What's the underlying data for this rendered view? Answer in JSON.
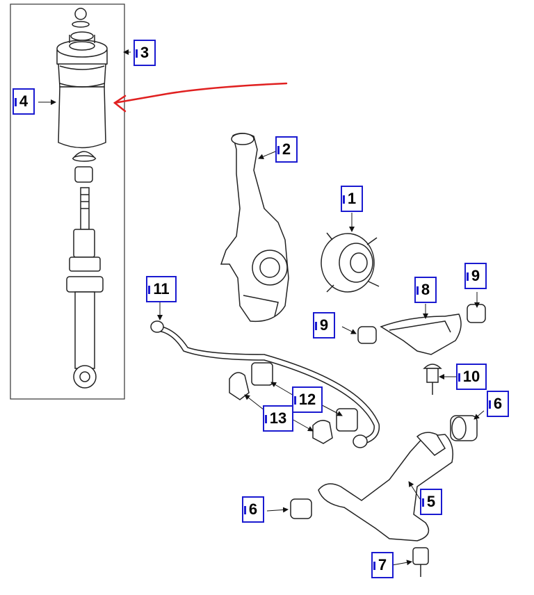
{
  "callouts": {
    "c1": "1",
    "c2": "2",
    "c3": "3",
    "c4": "4",
    "c5": "5",
    "c6a": "6",
    "c6b": "6",
    "c7": "7",
    "c8": "8",
    "c9a": "9",
    "c9b": "9",
    "c10": "10",
    "c11": "11",
    "c12": "12",
    "c13": "13"
  },
  "colors": {
    "callout_border": "#1a1ad0",
    "annotation_arrow": "#e02020",
    "line_art": "#222222"
  }
}
